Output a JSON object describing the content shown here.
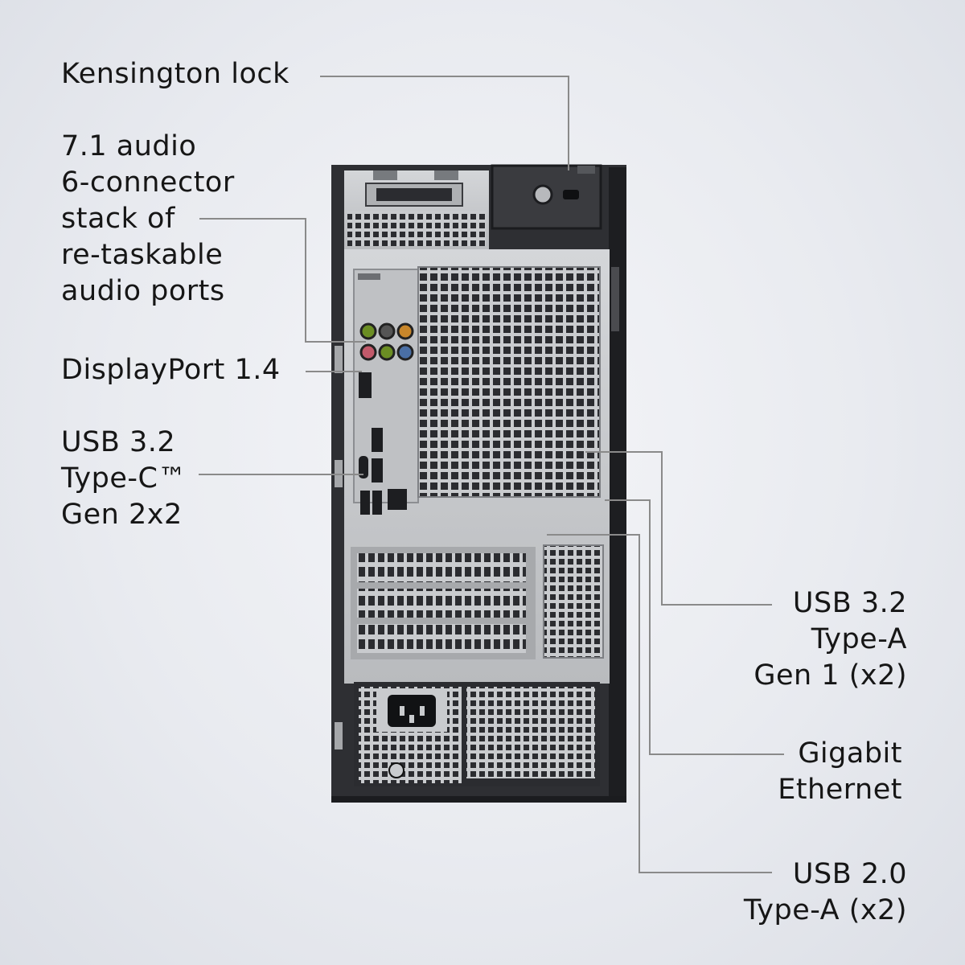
{
  "product": "Desktop tower rear panel",
  "callouts": {
    "kensington_lock": {
      "lines": [
        "Kensington lock"
      ]
    },
    "audio_stack": {
      "lines": [
        "7.1 audio",
        "6-connector",
        "stack of",
        "re-taskable",
        "audio ports"
      ]
    },
    "displayport": {
      "lines": [
        "DisplayPort 1.4"
      ]
    },
    "usb_c": {
      "lines": [
        "USB 3.2",
        "Type-C™",
        "Gen 2x2"
      ]
    },
    "usb_a_gen1": {
      "lines": [
        "USB 3.2",
        "Type-A",
        "Gen 1 (x2)"
      ]
    },
    "ethernet": {
      "lines": [
        "Gigabit",
        "Ethernet"
      ]
    },
    "usb_2": {
      "lines": [
        "USB 2.0",
        "Type-A (x2)"
      ]
    }
  },
  "colors": {
    "background": "#eceef2",
    "text": "#161616",
    "leader_line": "#8a8a8a",
    "chassis": "#2e2f33",
    "panel": "#c8cacd",
    "audio_green": "#6b8e23",
    "audio_orange": "#c8862a",
    "audio_pink": "#c25a6b",
    "audio_blue": "#4a6fa5"
  }
}
